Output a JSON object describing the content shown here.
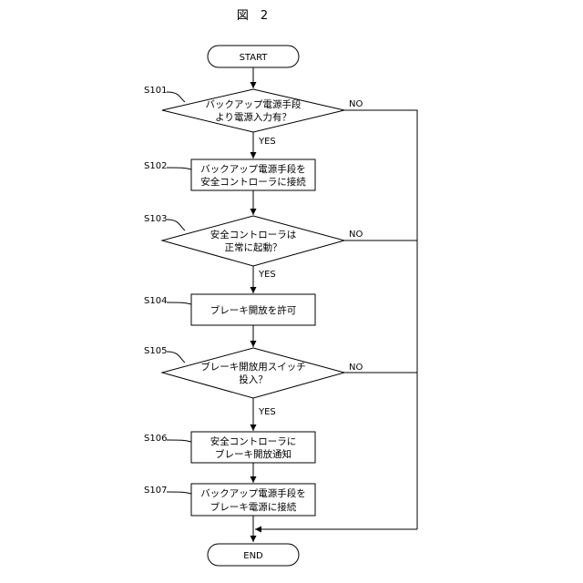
{
  "title": "図　2",
  "start": "START",
  "end": "END",
  "steps": [
    {
      "id": "S101",
      "type": "decision",
      "lines": [
        "バックアップ電源手段",
        "より電源入力有？"
      ],
      "yes": "YES",
      "no": "NO"
    },
    {
      "id": "S102",
      "type": "process",
      "lines": [
        "バックアップ電源手段を",
        "安全コントローラに接続"
      ]
    },
    {
      "id": "S103",
      "type": "decision",
      "lines": [
        "安全コントローラは",
        "正常に起動？"
      ],
      "yes": "YES",
      "no": "NO"
    },
    {
      "id": "S104",
      "type": "process",
      "lines": [
        "ブレーキ開放を許可"
      ]
    },
    {
      "id": "S105",
      "type": "decision",
      "lines": [
        "ブレーキ開放用スイッチ",
        "投入？"
      ],
      "yes": "YES",
      "no": "NO"
    },
    {
      "id": "S106",
      "type": "process",
      "lines": [
        "安全コントローラに",
        "ブレーキ開放通知"
      ]
    },
    {
      "id": "S107",
      "type": "process",
      "lines": [
        "バックアップ電源手段を",
        "ブレーキ電源に接続"
      ]
    }
  ]
}
